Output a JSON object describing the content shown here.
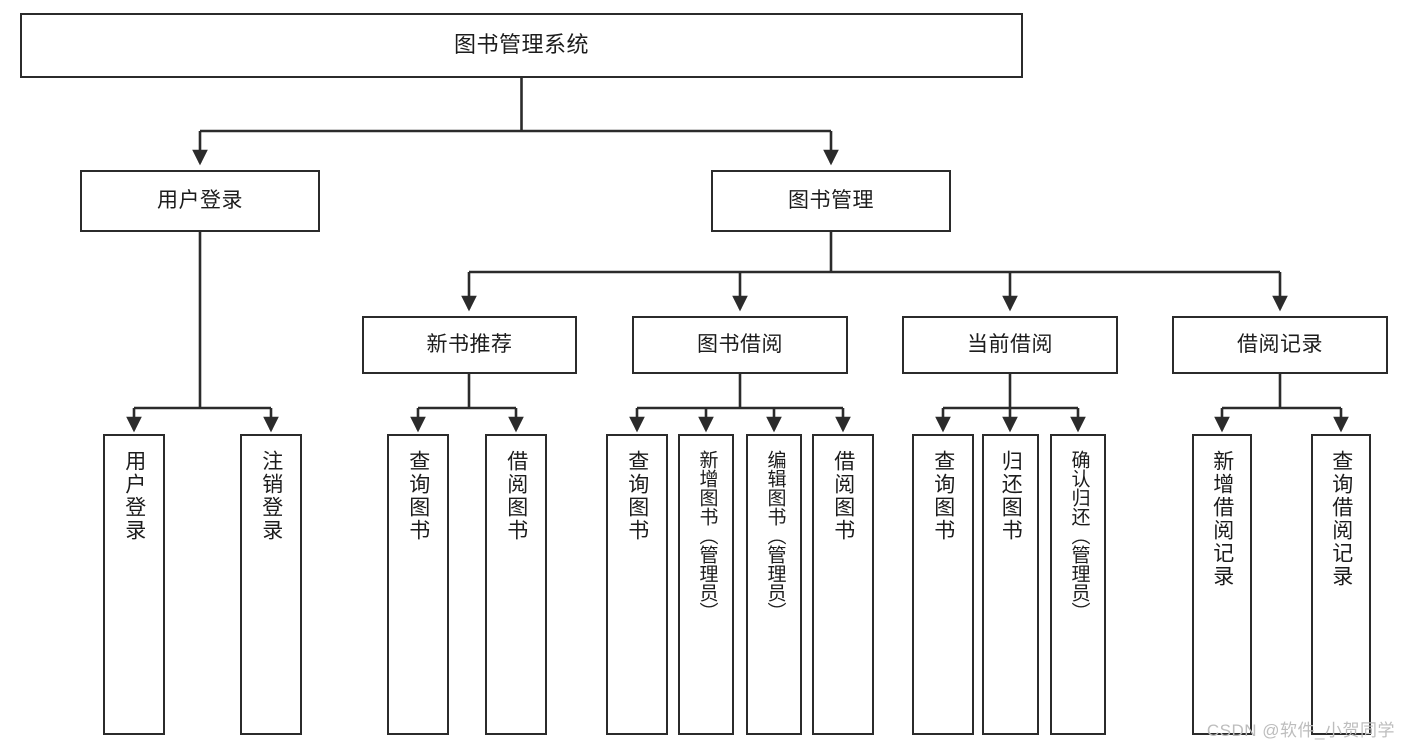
{
  "diagram": {
    "title": "图书管理系统",
    "type": "tree",
    "orientation": "top-down",
    "colors": {
      "stroke": "#2b2b2b",
      "fill": "#ffffff",
      "text": "#1c1c1c",
      "watermark": "#bdbdbd"
    }
  },
  "watermark": {
    "text": "CSDN @软件_小贺同学"
  },
  "nodes": {
    "root": {
      "label": "图书管理系统",
      "level": 1
    },
    "l2": [
      {
        "id": "user_login",
        "label": "用户登录",
        "level": 2
      },
      {
        "id": "book_manage",
        "label": "图书管理",
        "level": 2
      }
    ],
    "l3": [
      {
        "id": "new_book_rec",
        "label": "新书推荐",
        "level": 3,
        "parent": "book_manage"
      },
      {
        "id": "book_borrow",
        "label": "图书借阅",
        "level": 3,
        "parent": "book_manage"
      },
      {
        "id": "current_borrow",
        "label": "当前借阅",
        "level": 3,
        "parent": "book_manage"
      },
      {
        "id": "borrow_record",
        "label": "借阅记录",
        "level": 3,
        "parent": "book_manage"
      }
    ],
    "leaves": [
      {
        "id": "leaf_user_login",
        "label": "用户登录",
        "parent": "user_login"
      },
      {
        "id": "leaf_user_logout",
        "label": "注销登录",
        "parent": "user_login"
      },
      {
        "id": "leaf_query_book_1",
        "label": "查询图书",
        "parent": "new_book_rec"
      },
      {
        "id": "leaf_borrow_book_1",
        "label": "借阅图书",
        "parent": "new_book_rec"
      },
      {
        "id": "leaf_query_book_2",
        "label": "查询图书",
        "parent": "book_borrow"
      },
      {
        "id": "leaf_add_book",
        "label": "新增图书（管理员）",
        "parent": "book_borrow"
      },
      {
        "id": "leaf_edit_book",
        "label": "编辑图书（管理员）",
        "parent": "book_borrow"
      },
      {
        "id": "leaf_borrow_book_2",
        "label": "借阅图书",
        "parent": "book_borrow"
      },
      {
        "id": "leaf_query_book_3",
        "label": "查询图书",
        "parent": "current_borrow"
      },
      {
        "id": "leaf_return_book",
        "label": "归还图书",
        "parent": "current_borrow"
      },
      {
        "id": "leaf_confirm_return",
        "label": "确认归还（管理员）",
        "parent": "current_borrow"
      },
      {
        "id": "leaf_add_record",
        "label": "新增借阅记录",
        "parent": "borrow_record"
      },
      {
        "id": "leaf_query_record",
        "label": "查询借阅记录",
        "parent": "borrow_record"
      }
    ]
  }
}
